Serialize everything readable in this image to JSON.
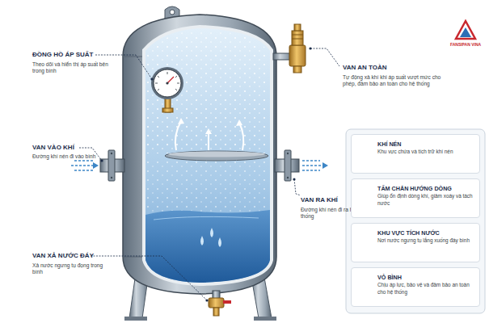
{
  "diagram": {
    "nodes": [
      {
        "text": [
          "KHÍ NÉN",
          "Khu vực chứa và tích trữ khí nén"
        ]
      },
      {
        "text": [
          "TẤM CHẮN HƯỚNG DÒNG",
          "Giúp ổn định dòng khí, giảm xoáy và tách nước"
        ]
      },
      {
        "text": [
          "KHU VỰC TÍCH NƯỚC",
          "Nơi nước ngưng tụ lắng xuống đáy bình"
        ]
      },
      {
        "text": [
          "VỎ BÌNH",
          "Chịu áp lực, bảo vệ và đảm bảo an toàn cho hệ thống"
        ]
      }
    ],
    "labels": [
      "ĐỒNG HỒ ÁP SUẤT",
      "Theo dõi và hiển thị áp suất bên trong bình",
      "VAN VÀO KHÍ",
      "Đường khí nén đi vào bình",
      "VAN XẢ NƯỚC ĐÁY",
      "Xả nước ngưng tụ đọng trong bình",
      "VAN AN TOÀN",
      "Tự động xả khí khi áp suất vượt mức cho phép, đảm bảo an toàn cho hệ thống",
      "VAN RA KHÍ",
      "Đường khí nén đi ra hệ thống",
      "FANSIPAN VINA"
    ]
  }
}
